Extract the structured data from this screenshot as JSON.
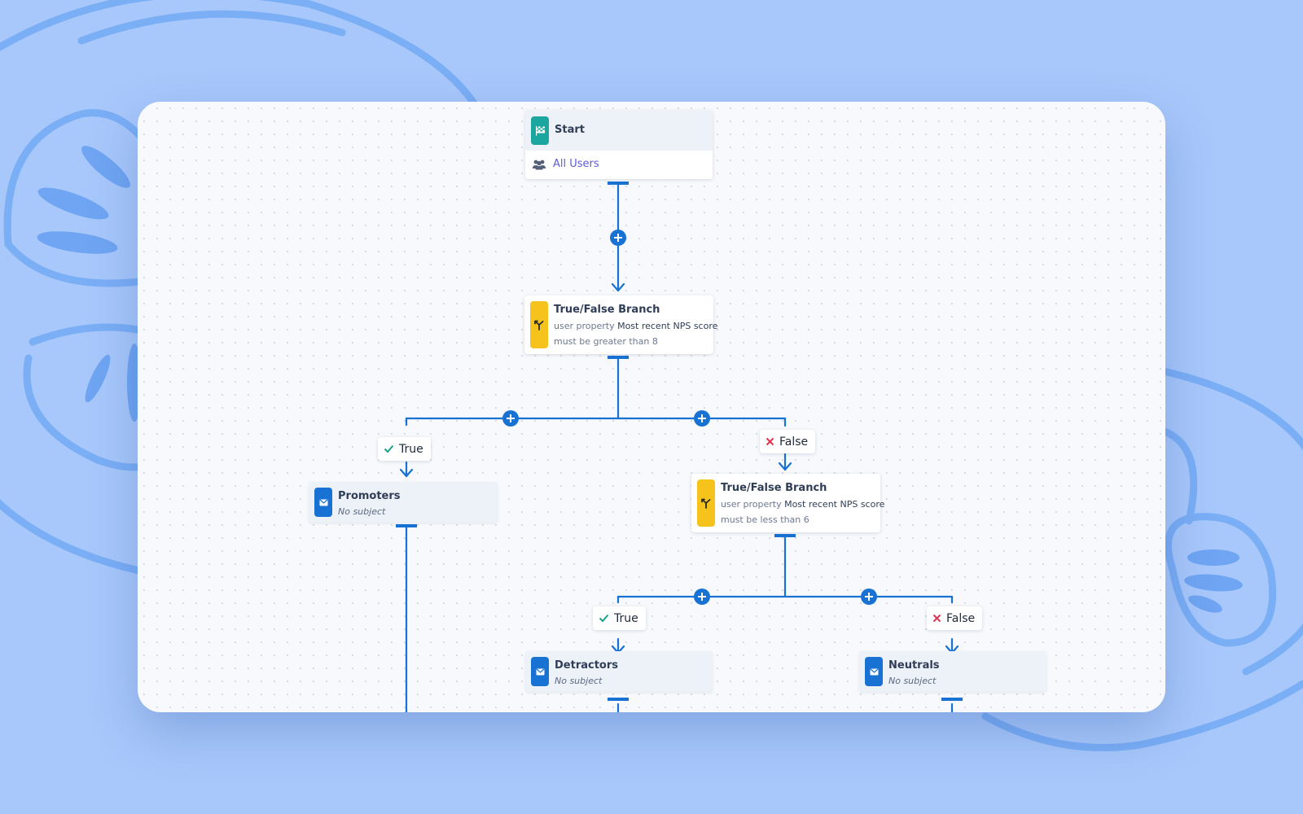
{
  "canvas": {
    "background": "#a8c8fb",
    "dot_color": "#d2d9e4",
    "wire_color": "#1772d4"
  },
  "nodes": {
    "start": {
      "title": "Start",
      "audience": "All Users",
      "icon": "flag-icon"
    },
    "branch_1": {
      "title": "True/False Branch",
      "prefix": "user property",
      "property": "Most recent NPS score",
      "condition": "must be greater than 8",
      "icon": "branch-icon"
    },
    "promoters": {
      "title": "Promoters",
      "subject": "No subject",
      "icon": "mail-icon"
    },
    "branch_2": {
      "title": "True/False Branch",
      "prefix": "user property",
      "property": "Most recent NPS score",
      "condition": "must be less than 6",
      "icon": "branch-icon"
    },
    "detractors": {
      "title": "Detractors",
      "subject": "No subject",
      "icon": "mail-icon"
    },
    "neutrals": {
      "title": "Neutrals",
      "subject": "No subject",
      "icon": "mail-icon"
    }
  },
  "labels": {
    "true_label": "True",
    "false_label": "False",
    "true_color": "#1aa38a",
    "false_color": "#e0334f"
  }
}
